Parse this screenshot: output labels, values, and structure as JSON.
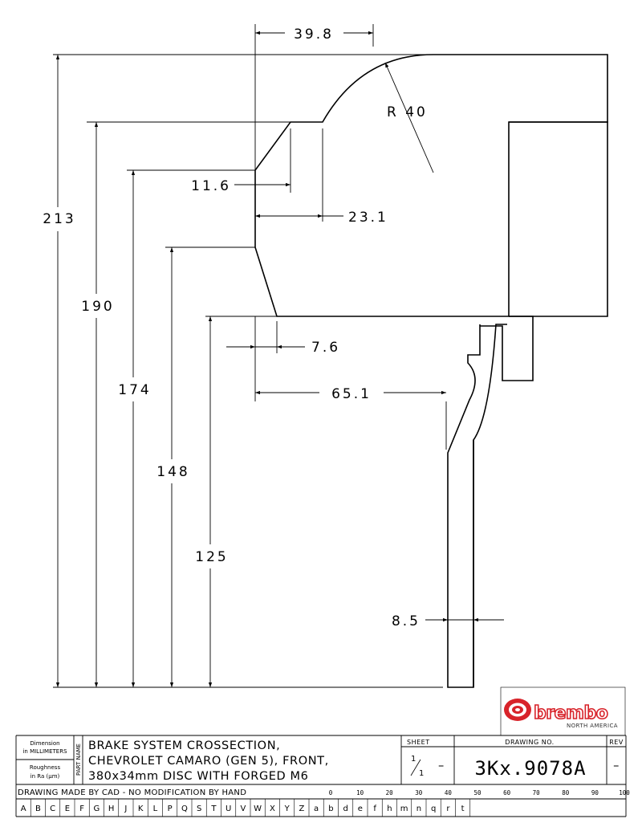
{
  "dimensions": {
    "d_39_8": "39.8",
    "r_40": "R 40",
    "d_11_6": "11.6",
    "d_23_1": "23.1",
    "d_213": "213",
    "d_190": "190",
    "d_174": "174",
    "d_148": "148",
    "d_125": "125",
    "d_7_6": "7.6",
    "d_65_1": "65.1",
    "d_8_5": "8.5"
  },
  "brand": {
    "name": "brembo",
    "subtitle": "NORTH AMERICA",
    "color": "#d8232a"
  },
  "title_block": {
    "dimension_label_1": "Dimension",
    "dimension_label_2": "in MILLIMETERS",
    "roughness_label_1": "Roughness",
    "roughness_label_2": "in Ra (μm)",
    "part_name_label": "PART NAME",
    "title_line_1": "BRAKE SYSTEM CROSSECTION,",
    "title_line_2": "CHEVROLET CAMARO (GEN 5), FRONT,",
    "title_line_3": "380x34mm DISC WITH FORGED M6",
    "sheet_label": "SHEET",
    "sheet_num": "1",
    "sheet_total": "1",
    "sheet_dash": "–",
    "drawing_no_label": "DRAWING NO.",
    "drawing_no": "3Kx.9078A",
    "rev_label": "REV",
    "rev_value": "–",
    "cad_note": "DRAWING MADE BY CAD - NO MODIFICATION BY HAND",
    "scale": [
      "0",
      "10",
      "20",
      "30",
      "40",
      "50",
      "60",
      "70",
      "80",
      "90",
      "100"
    ],
    "letters": [
      "A",
      "B",
      "C",
      "E",
      "F",
      "G",
      "H",
      "J",
      "K",
      "L",
      "P",
      "Q",
      "S",
      "T",
      "U",
      "V",
      "W",
      "X",
      "Y",
      "Z",
      "a",
      "b",
      "d",
      "e",
      "f",
      "h",
      "m",
      "n",
      "q",
      "r",
      "t"
    ]
  }
}
